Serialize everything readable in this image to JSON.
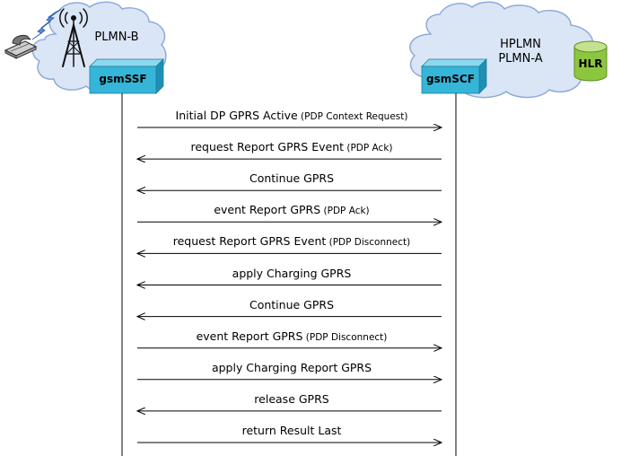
{
  "left_cloud": {
    "label": "PLMN-B"
  },
  "right_cloud": {
    "line1": "HPLMN",
    "line2": "PLMN-A"
  },
  "nodes": {
    "left": "gsmSSF",
    "right": "gsmSCF",
    "database": "HLR"
  },
  "icons": {
    "phone": "mobile-phone-icon",
    "tower": "radio-tower-icon",
    "signal": "lightning-signal-icon",
    "database": "database-cylinder-icon"
  },
  "colors": {
    "cloud_fill": "#dae6f5",
    "cloud_stroke": "#8eaadb",
    "box_front": "#35b6d8",
    "box_top": "#8ed8ee",
    "hlr_fill": "#8cc63f"
  },
  "messages": [
    {
      "text": "Initial DP GPRS Active",
      "detail": "(PDP Context Request)",
      "direction": "right"
    },
    {
      "text": "request Report GPRS Event",
      "detail": "(PDP Ack)",
      "direction": "left"
    },
    {
      "text": "Continue GPRS",
      "detail": "",
      "direction": "left"
    },
    {
      "text": "event Report GPRS",
      "detail": "(PDP Ack)",
      "direction": "right"
    },
    {
      "text": "request Report GPRS Event",
      "detail": "(PDP Disconnect)",
      "direction": "left"
    },
    {
      "text": "apply Charging GPRS",
      "detail": "",
      "direction": "left"
    },
    {
      "text": "Continue GPRS",
      "detail": "",
      "direction": "left"
    },
    {
      "text": "event Report GPRS",
      "detail": "(PDP Disconnect)",
      "direction": "right"
    },
    {
      "text": "apply Charging Report GPRS",
      "detail": "",
      "direction": "right"
    },
    {
      "text": "release GPRS",
      "detail": "",
      "direction": "left"
    },
    {
      "text": "return Result Last",
      "detail": "",
      "direction": "right"
    }
  ]
}
